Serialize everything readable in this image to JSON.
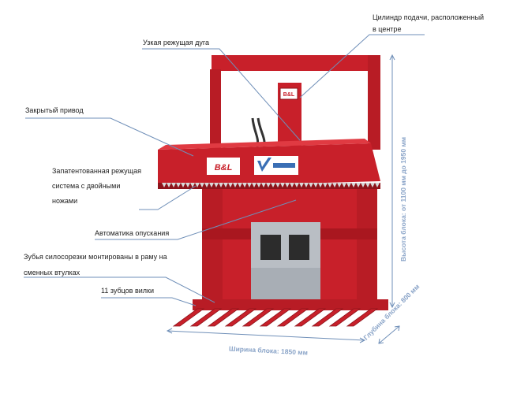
{
  "labels": {
    "cylinder": [
      "Цилиндр подачи, расположенный",
      "в центре"
    ],
    "narrow_arc": "Узкая режущая дуга",
    "closed_drive": "Закрытый привод",
    "patented_system": [
      "Запатентованная режущая",
      "система с двойными",
      "ножами"
    ],
    "auto_lowering": "Автоматика опускания",
    "teeth_mount": [
      "Зубья силосорезки монтированы в раму на",
      "сменных втулках"
    ],
    "fork_tines": "11 зубцов вилки"
  },
  "dimensions": {
    "height": "Высота блока: от 1100 мм до 1950 мм",
    "width": "Ширина блока: 1850 мм",
    "depth": "Глубина блока: 800 мм"
  },
  "machine": {
    "brand_plate": "B&L"
  },
  "colors": {
    "body_red": "#c8202a",
    "dark_red": "#8e141b",
    "steel": "#b9bec4",
    "leader_line": "#6f8fb8",
    "dimension_text": "#8aa4c8"
  }
}
